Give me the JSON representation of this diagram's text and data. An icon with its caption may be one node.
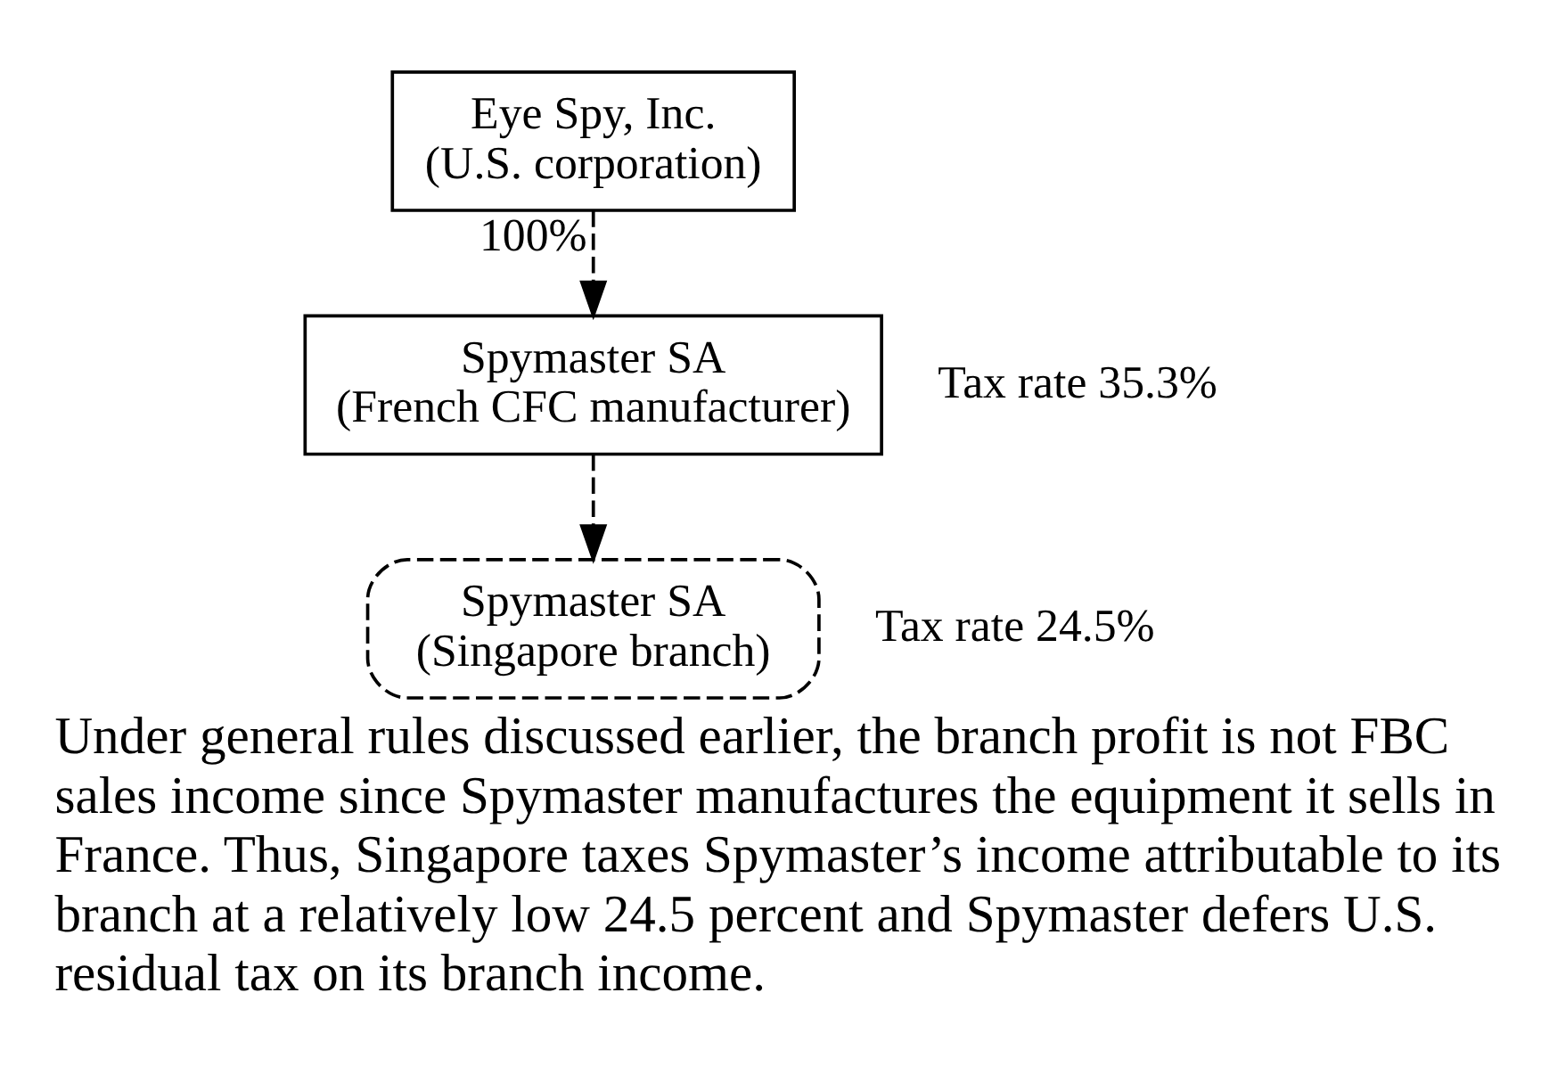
{
  "diagram": {
    "caption": "Under general rules discussed earlier, the branch profit is not FBC sales income since Spymaster manufactures the equipment it sells in France. Thus, Singapore taxes Spymaster’s income attributable to its branch at a relatively low 24.5 percent and Spymaster defers U.S. residual tax on its branch income.",
    "nodes": [
      {
        "text": [
          "Eye Spy, Inc.",
          "(U.S. corporation)"
        ]
      },
      {
        "text": [
          "Spymaster SA",
          "(French CFC manufacturer)"
        ],
        "beside": [
          "Tax rate 35.3%"
        ]
      },
      {
        "text": [
          "Spymaster SA",
          "(Singapore branch)"
        ],
        "beside": [
          "Tax rate 24.5%"
        ]
      }
    ],
    "edges": [
      {
        "from": 0,
        "to": 1,
        "arrow": "to",
        "label": "100%",
        "style": "dashed"
      },
      {
        "from": 1,
        "to": 2,
        "arrow": "to",
        "style": "dashed"
      }
    ]
  }
}
